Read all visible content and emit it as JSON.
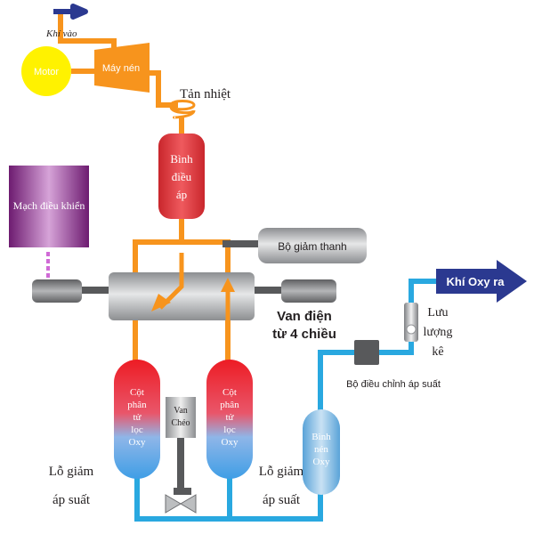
{
  "labels": {
    "air_in": "Khí vào",
    "motor": "Motor",
    "compressor": "Máy nén",
    "cooler": "Tản nhiệt",
    "pressure_tank": [
      "Bình",
      "điều",
      "áp"
    ],
    "control_circuit": "Mạch điều khiển",
    "silencer": "Bộ giảm thanh",
    "solenoid_valve": [
      "Van điện",
      "từ 4 chiều"
    ],
    "oxygen_out": "Khí Oxy ra",
    "flowmeter": [
      "Lưu",
      "lượng",
      "kê"
    ],
    "pressure_regulator": "Bộ điều chỉnh áp suất",
    "sieve_column_left": [
      "Cột",
      "phân",
      "tử",
      "lọc",
      "Oxy"
    ],
    "sieve_column_right": [
      "Cột",
      "phân",
      "tử",
      "lọc",
      "Oxy"
    ],
    "cross_valve": [
      "Van",
      "Chéo"
    ],
    "relief_left": [
      "Lỗ giảm",
      "áp suất"
    ],
    "relief_right": [
      "Lỗ giảm",
      "áp suất"
    ],
    "oxygen_tank": [
      "Bình",
      "nén",
      "Oxy"
    ]
  },
  "colors": {
    "air_line": "#f7941d",
    "oxygen_line": "#29a8e0",
    "arrow_navy": "#2b3990",
    "motor": "#fff200",
    "tank_red": "#e03a3e",
    "control_purple": "#92278f",
    "gray_part": "#a7a9ac"
  }
}
